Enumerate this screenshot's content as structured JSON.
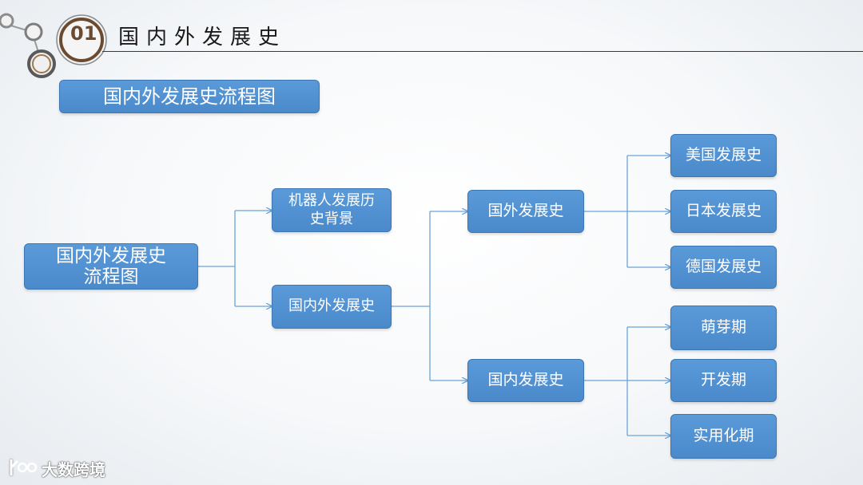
{
  "header": {
    "section_number": "01",
    "title": "国内外发展史"
  },
  "subtitle": "国内外发展史流程图",
  "flowchart": {
    "root": "国内外发展史\n流程图",
    "level1": {
      "background": "机器人发展历\n史背景",
      "history": "国内外发展史"
    },
    "level2": {
      "foreign": "国外发展史",
      "domestic": "国内发展史"
    },
    "foreign_leaves": [
      "美国发展史",
      "日本发展史",
      "德国发展史"
    ],
    "domestic_leaves": [
      "萌芽期",
      "开发期",
      "实用化期"
    ]
  },
  "watermark": "大数跨境",
  "colors": {
    "node_fill": "#5a9ad9",
    "connector": "#6aa3d8",
    "header_number": "#6b4a2f"
  }
}
